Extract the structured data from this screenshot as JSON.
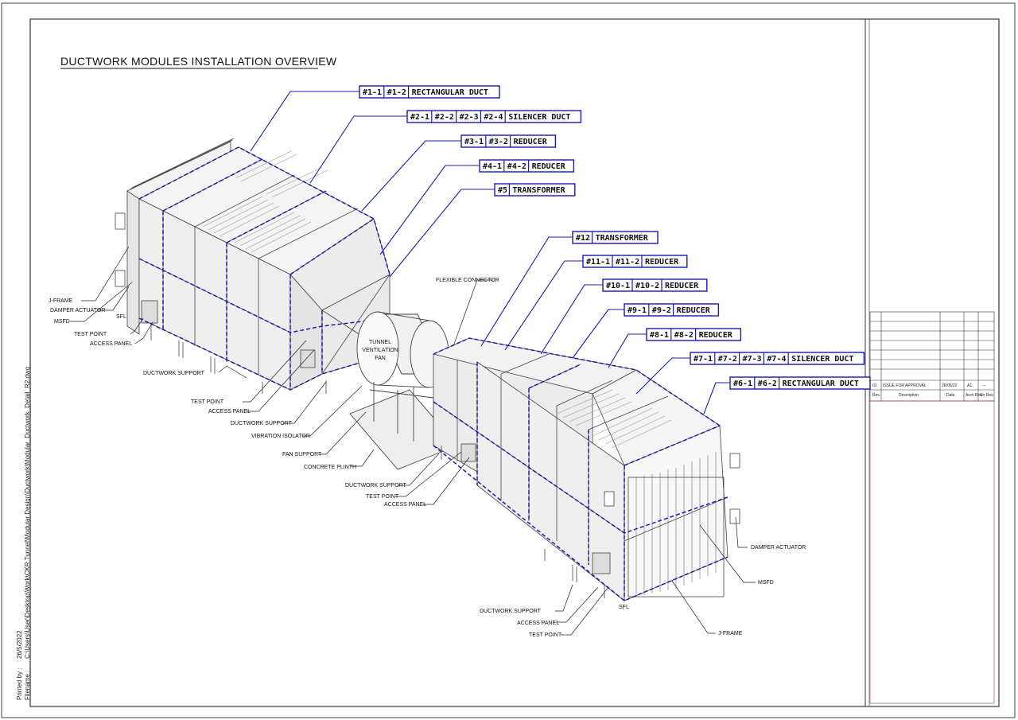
{
  "title": "DUCTWORK MODULES INSTALLATION OVERVIEW",
  "module_tags": [
    {
      "ids": [
        "#1-1",
        "#1-2"
      ],
      "name": "RECTANGULAR DUCT"
    },
    {
      "ids": [
        "#2-1",
        "#2-2",
        "#2-3",
        "#2-4"
      ],
      "name": "SILENCER DUCT"
    },
    {
      "ids": [
        "#3-1",
        "#3-2"
      ],
      "name": "REDUCER"
    },
    {
      "ids": [
        "#4-1",
        "#4-2"
      ],
      "name": "REDUCER"
    },
    {
      "ids": [
        "#5"
      ],
      "name": "TRANSFORMER"
    },
    {
      "ids": [
        "#12"
      ],
      "name": "TRANSFORMER"
    },
    {
      "ids": [
        "#11-1",
        "#11-2"
      ],
      "name": "REDUCER"
    },
    {
      "ids": [
        "#10-1",
        "#10-2"
      ],
      "name": "REDUCER"
    },
    {
      "ids": [
        "#9-1",
        "#9-2"
      ],
      "name": "REDUCER"
    },
    {
      "ids": [
        "#8-1",
        "#8-2"
      ],
      "name": "REDUCER"
    },
    {
      "ids": [
        "#7-1",
        "#7-2",
        "#7-3",
        "#7-4"
      ],
      "name": "SILENCER DUCT"
    },
    {
      "ids": [
        "#6-1",
        "#6-2"
      ],
      "name": "RECTANGULAR DUCT"
    }
  ],
  "callouts": {
    "j_frame_left": "J-FRAME",
    "damper_actuator_left": "DAMPER ACTUATOR",
    "msfd_left": "MSFD",
    "sfl_left": "SFL",
    "test_point_left": "TEST POINT",
    "access_panel_left": "ACCESS PANEL",
    "ductwork_support_left": "DUCTWORK SUPPORT",
    "test_point_mid": "TEST POINT",
    "access_panel_mid": "ACCESS PANEL",
    "ductwork_support_mid": "DUCTWORK SUPPORT",
    "vibration_isolator": "VIBRATION ISOLATOR",
    "fan_support": "FAN SUPPORT",
    "concrete_plinth": "CONCRETE PLINTH",
    "ductwork_support_center": "DUCTWORK SUPPORT",
    "test_point_center": "TEST POINT",
    "access_panel_center": "ACCESS PANEL",
    "flexible_connector": "FLEXIBLE CONNECTOR",
    "fan_label_1": "TUNNEL",
    "fan_label_2": "VENTILATION",
    "fan_label_3": "FAN",
    "damper_actuator_right": "DAMPER ACTUATOR",
    "msfd_right": "MSFD",
    "j_frame_right": "J-FRAME",
    "sfl_right": "SFL",
    "ductwork_support_right": "DUCTWORK SUPPORT",
    "access_panel_right": "ACCESS PANEL",
    "test_point_right": "TEST POINT"
  },
  "revision_block": {
    "rev": "01",
    "description": "ISSUE FOR APPROVAL",
    "date": "26/05/22",
    "size": "A1",
    "extra": "--",
    "headers": [
      "Rev.",
      "Description",
      "Date",
      "Arch Rev.",
      "Str Rev."
    ]
  },
  "side_text": {
    "printed_by_label": "Printed by :",
    "printed_date": "26/5/2022",
    "filename_label": "Filename :",
    "filename": "C:\\Users\\User\\Desktop\\Work\\CKR Tunnel\\Modular Design\\Ductwork\\Modular_Ductwork_Detail_R2.dwg"
  },
  "colors": {
    "accent": "#1a1ab0",
    "line": "#333333"
  }
}
